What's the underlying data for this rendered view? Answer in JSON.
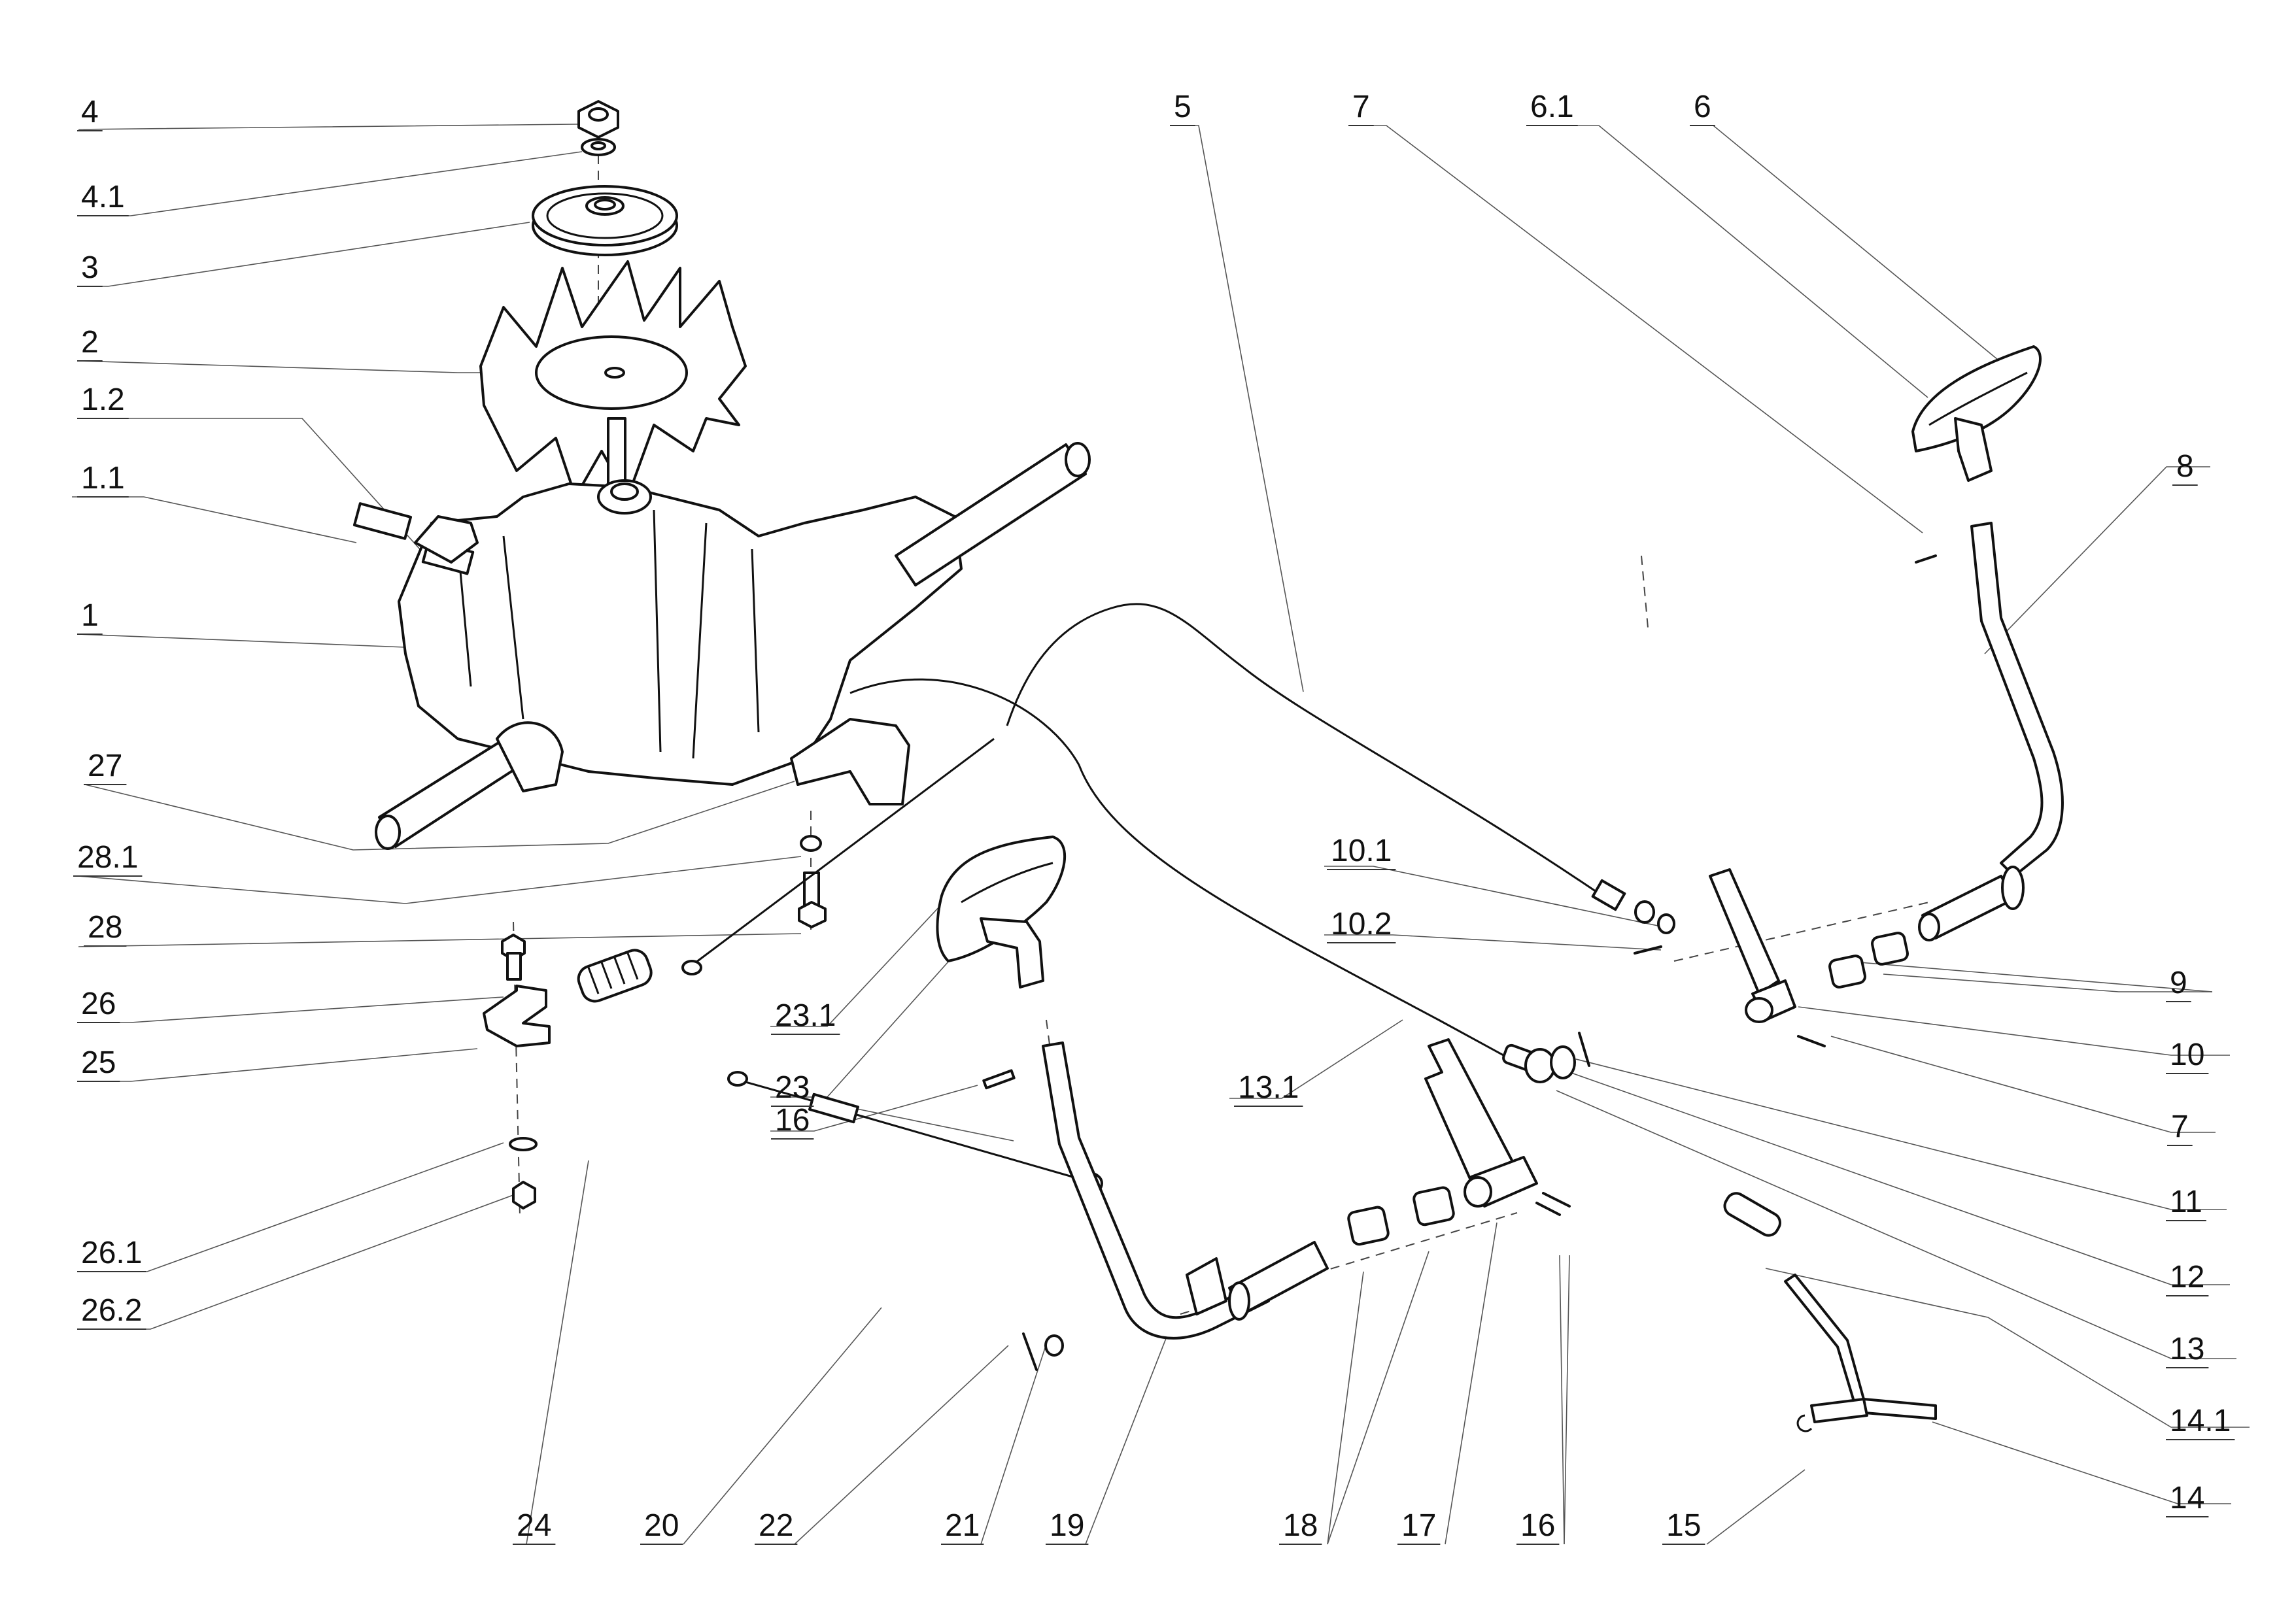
{
  "diagram": {
    "title": "Transmission and drive lever assembly — exploded view",
    "callouts": [
      {
        "id": "c4",
        "label": "4",
        "part": "nut"
      },
      {
        "id": "c4_1",
        "label": "4.1",
        "part": "washer"
      },
      {
        "id": "c3",
        "label": "3",
        "part": "pulley"
      },
      {
        "id": "c2",
        "label": "2",
        "part": "cooling-fan"
      },
      {
        "id": "c1_2",
        "label": "1.2",
        "part": "lever-bracket"
      },
      {
        "id": "c1_1",
        "label": "1.1",
        "part": "spring"
      },
      {
        "id": "c1",
        "label": "1",
        "part": "transmission"
      },
      {
        "id": "c27",
        "label": "27",
        "part": "mounting-bracket"
      },
      {
        "id": "c28_1",
        "label": "28.1",
        "part": "nut"
      },
      {
        "id": "c28",
        "label": "28",
        "part": "bolt"
      },
      {
        "id": "c26",
        "label": "26",
        "part": "bolt"
      },
      {
        "id": "c25",
        "label": "25",
        "part": "bracket"
      },
      {
        "id": "c26_1",
        "label": "26.1",
        "part": "washer"
      },
      {
        "id": "c26_2",
        "label": "26.2",
        "part": "nut"
      },
      {
        "id": "c24",
        "label": "24",
        "part": "tension-spring"
      },
      {
        "id": "c20",
        "label": "20",
        "part": "cable"
      },
      {
        "id": "c22",
        "label": "22",
        "part": "cotter-pin"
      },
      {
        "id": "c21",
        "label": "21",
        "part": "washer"
      },
      {
        "id": "c19",
        "label": "19",
        "part": "pedal-lever"
      },
      {
        "id": "c18",
        "label": "18",
        "part": "bushings"
      },
      {
        "id": "c17",
        "label": "17",
        "part": "lever-arm"
      },
      {
        "id": "c16b",
        "label": "16",
        "part": "pins"
      },
      {
        "id": "c15",
        "label": "15",
        "part": "e-clip"
      },
      {
        "id": "c5",
        "label": "5",
        "part": "cable"
      },
      {
        "id": "c7a",
        "label": "7",
        "part": "pin"
      },
      {
        "id": "c6_1",
        "label": "6.1",
        "part": "pedal-pad"
      },
      {
        "id": "c6",
        "label": "6",
        "part": "pedal"
      },
      {
        "id": "c8",
        "label": "8",
        "part": "pedal-lever"
      },
      {
        "id": "c9",
        "label": "9",
        "part": "bushings"
      },
      {
        "id": "c10",
        "label": "10",
        "part": "lever-arm"
      },
      {
        "id": "c7b",
        "label": "7",
        "part": "pin"
      },
      {
        "id": "c11",
        "label": "11",
        "part": "cotter-pin"
      },
      {
        "id": "c12",
        "label": "12",
        "part": "washer"
      },
      {
        "id": "c13",
        "label": "13",
        "part": "cable-end"
      },
      {
        "id": "c14_1",
        "label": "14.1",
        "part": "grip"
      },
      {
        "id": "c14",
        "label": "14",
        "part": "lever"
      },
      {
        "id": "c10_1",
        "label": "10.1",
        "part": "washer"
      },
      {
        "id": "c10_2",
        "label": "10.2",
        "part": "cotter-pin"
      },
      {
        "id": "c13_1",
        "label": "13.1",
        "part": "cable"
      },
      {
        "id": "c23_1",
        "label": "23.1",
        "part": "pedal-pad"
      },
      {
        "id": "c23",
        "label": "23",
        "part": "pedal"
      },
      {
        "id": "c16a",
        "label": "16",
        "part": "pin"
      }
    ]
  }
}
